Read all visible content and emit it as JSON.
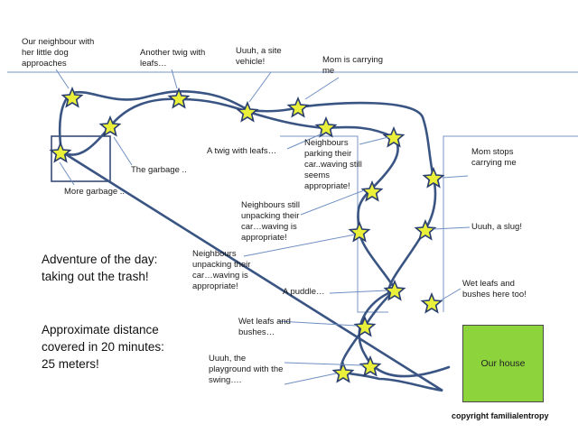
{
  "main_text": {
    "adventure": "Adventure of the day: taking out the trash!",
    "distance": "Approximate distance covered in 20 minutes: 25 meters!"
  },
  "house_label": "Our house",
  "copyright": "copyright familialentropy",
  "labels": {
    "neighbour_dog": "Our neighbour with her little dog approaches",
    "twig_leafs_top": "Another twig with leafs…",
    "site_vehicle": "Uuuh, a site vehicle!",
    "mom_carrying": "Mom is carrying me",
    "garbage": "The garbage ..",
    "more_garbage": "More garbage ..",
    "twig_leafs": "A twig with leafs…",
    "neighbours_parking": "Neighbours parking their car..waving still seems appropriate!",
    "mom_stops": "Mom stops carrying me",
    "neighbours_still": "Neighbours still unpacking their car…waving is appropriate!",
    "slug": "Uuuh, a slug!",
    "neighbours_unpacking": "Neighbours unpacking their car…waving is appropriate!",
    "wet_leafs_too": "Wet leafs and bushes here too!",
    "puddle": "A puddle…",
    "wet_leafs": "Wet leafs and bushes…",
    "playground": "Uuuh, the playground with the swing…."
  },
  "colors": {
    "path": "#3a5583",
    "star_fill": "#eaf03a",
    "star_stroke": "#2a3f6e",
    "house_fill": "#8cd33c",
    "guide_line": "#7a94c4",
    "pointer": "#6f8fc2"
  }
}
